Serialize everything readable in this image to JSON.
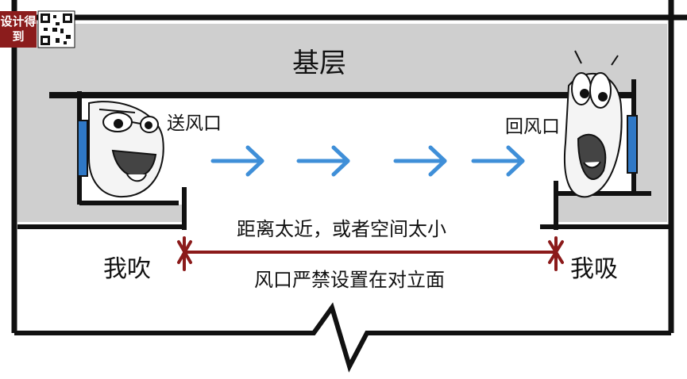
{
  "logo": {
    "text": "设计得到"
  },
  "labels": {
    "floor": "基层",
    "supply_vent": "送风口",
    "return_vent": "回风口",
    "warning_line1": "距离太近，或者空间太小",
    "warning_line2": "风口严禁设置在对立面",
    "blow": "我吹",
    "suck": "我吸"
  },
  "colors": {
    "wall": "#111111",
    "floor_fill": "#cfcfcf",
    "room_fill": "#ffffff",
    "arrow": "#3f8fd8",
    "vent": "#2f78c6",
    "dimension_line": "#8b1a1a",
    "brand": "#8b1c1c"
  },
  "icons": [
    "qr-code-icon",
    "flow-arrow-icon",
    "supply-vent-character",
    "return-vent-character",
    "break-line-icon"
  ]
}
